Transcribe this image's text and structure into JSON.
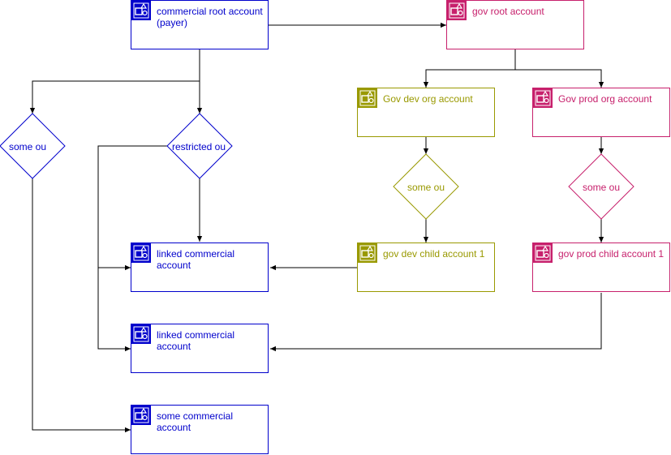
{
  "colors": {
    "commercial": "#0000cc",
    "gov_root": "#c7206c",
    "gov_dev": "#999900",
    "gov_prod": "#c7206c",
    "edge": "#000000"
  },
  "icon": "aws-account-icon",
  "accounts": {
    "commercial_root": "commercial root account\n(payer)",
    "gov_root": "gov root account",
    "gov_dev_org": "Gov dev org account",
    "gov_prod_org": "Gov prod org account",
    "linked_1": "linked commercial\naccount",
    "linked_2": "linked commercial\naccount",
    "gov_dev_child": "gov dev child account 1",
    "gov_prod_child": "gov prod child account 1",
    "some_commercial": "some commercial\naccount"
  },
  "decisions": {
    "some_ou_left": "some ou",
    "restricted_ou": "restricted ou",
    "some_ou_dev": "some ou",
    "some_ou_prod": "some ou"
  }
}
